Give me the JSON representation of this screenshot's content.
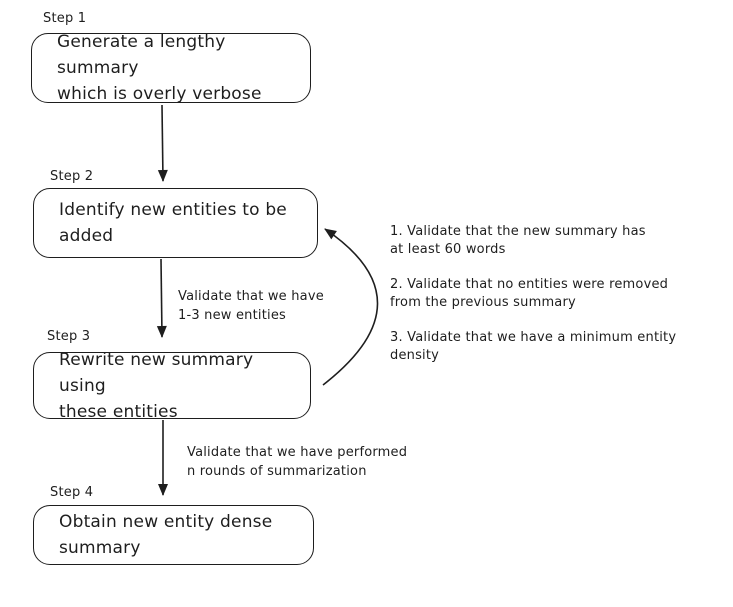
{
  "diagram": {
    "colors": {
      "background": "#ffffff",
      "stroke": "#1e1e1e",
      "text": "#1e1e1e"
    },
    "steps": [
      {
        "label": "Step 1",
        "lines": [
          "Generate a lengthy summary",
          "which is overly verbose"
        ]
      },
      {
        "label": "Step 2",
        "lines": [
          "Identify new entities to be",
          "added"
        ]
      },
      {
        "label": "Step 3",
        "lines": [
          "Rewrite new summary using",
          "these entities"
        ]
      },
      {
        "label": "Step 4",
        "lines": [
          "Obtain new entity dense",
          "summary"
        ]
      }
    ],
    "edge_labels": [
      {
        "lines": [
          "Validate that we have",
          "1-3 new entities"
        ]
      },
      {
        "lines": [
          "Validate that we have performed",
          "n rounds of summarization"
        ]
      }
    ],
    "loop_validations": [
      {
        "lines": [
          "1. Validate that the new summary has",
          "at least 60 words"
        ]
      },
      {
        "lines": [
          "2. Validate that no entities were removed",
          "from the previous summary"
        ]
      },
      {
        "lines": [
          "3. Validate that we have a minimum entity",
          "density"
        ]
      }
    ]
  }
}
